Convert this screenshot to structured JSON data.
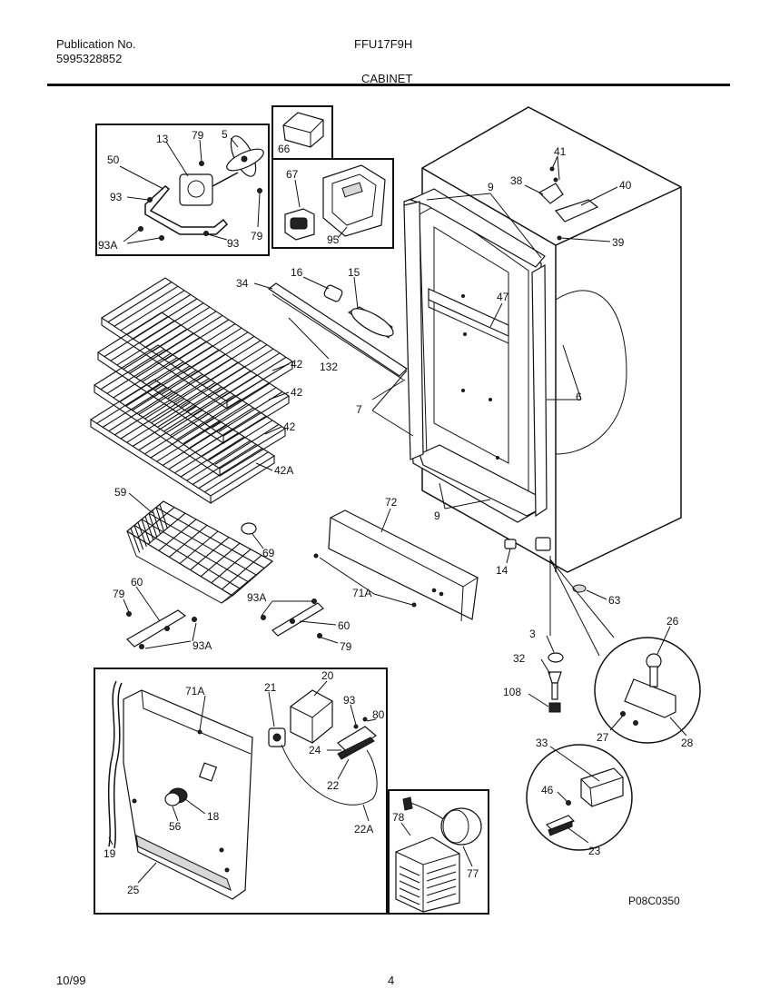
{
  "header": {
    "publication_label": "Publication No.",
    "publication_number": "5995328852",
    "model": "FFU17F9H",
    "section": "CABINET"
  },
  "footer": {
    "date": "10/99",
    "page": "4"
  },
  "diagram": {
    "code": "P08C0350",
    "callouts": {
      "c13": "13",
      "c79a": "79",
      "c5": "5",
      "c50": "50",
      "c93a": "93",
      "c93A": "93A",
      "c93b": "93",
      "c79b": "79",
      "c66": "66",
      "c67": "67",
      "c95": "95",
      "c41": "41",
      "c38": "38",
      "c40": "40",
      "c39": "39",
      "c9a": "9",
      "c34": "34",
      "c16": "16",
      "c15": "15",
      "c47": "47",
      "c132": "132",
      "c7": "7",
      "c6": "6",
      "c42a": "42",
      "c42b": "42",
      "c42c": "42",
      "c42A": "42A",
      "c9b": "9",
      "c72": "72",
      "c14": "14",
      "c63": "63",
      "c71A": "71A",
      "c59": "59",
      "c69": "69",
      "c60a": "60",
      "c79c": "79",
      "c93Ab": "93A",
      "c93Ac": "93A",
      "c60b": "60",
      "c79d": "79",
      "c3": "3",
      "c26": "26",
      "c32": "32",
      "c108": "108",
      "c27": "27",
      "c28": "28",
      "c71Ab": "71A",
      "c21": "21",
      "c20": "20",
      "c93c": "93",
      "c80": "80",
      "c24": "24",
      "c22": "22",
      "c18": "18",
      "c56": "56",
      "c19": "19",
      "c25": "25",
      "c22A": "22A",
      "c33": "33",
      "c46": "46",
      "c23": "23",
      "c78": "78",
      "c77": "77"
    }
  }
}
